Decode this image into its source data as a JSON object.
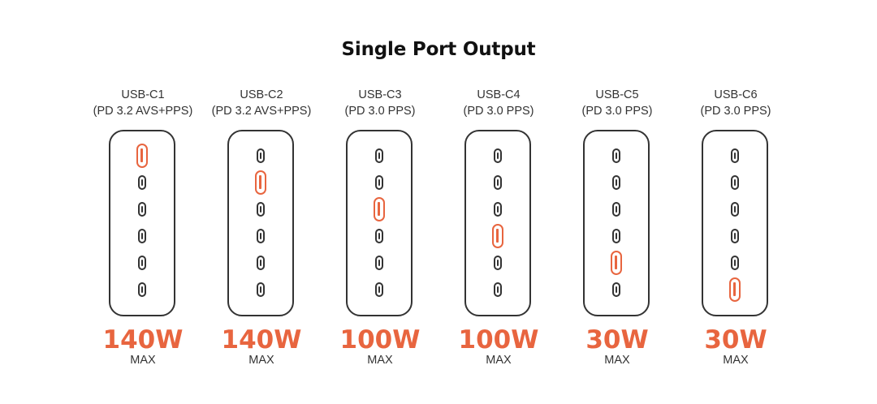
{
  "title": "Single Port Output",
  "accent_color": "#e8653f",
  "outline_color": "#333333",
  "icon": "usb-c-port-icon",
  "ports": [
    {
      "name": "USB-C1",
      "spec": "(PD 3.2 AVS+PPS)",
      "watts": "140W",
      "max": "MAX",
      "active_port": 1
    },
    {
      "name": "USB-C2",
      "spec": "(PD 3.2 AVS+PPS)",
      "watts": "140W",
      "max": "MAX",
      "active_port": 2
    },
    {
      "name": "USB-C3",
      "spec": "(PD 3.0 PPS)",
      "watts": "100W",
      "max": "MAX",
      "active_port": 3
    },
    {
      "name": "USB-C4",
      "spec": "(PD 3.0 PPS)",
      "watts": "100W",
      "max": "MAX",
      "active_port": 4
    },
    {
      "name": "USB-C5",
      "spec": "(PD 3.0 PPS)",
      "watts": "30W",
      "max": "MAX",
      "active_port": 5
    },
    {
      "name": "USB-C6",
      "spec": "(PD 3.0 PPS)",
      "watts": "30W",
      "max": "MAX",
      "active_port": 6
    }
  ]
}
